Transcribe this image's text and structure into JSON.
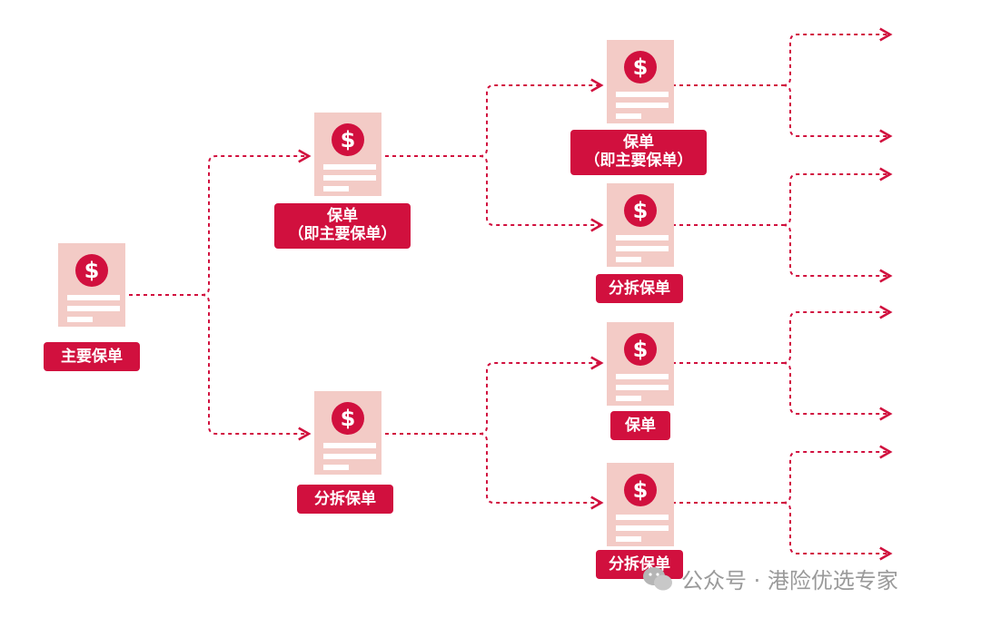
{
  "colors": {
    "accent": "#d1103e",
    "doc": "#f3cbc6",
    "connector": "#d1103e"
  },
  "nodes": {
    "main_policy": {
      "icon": "dollar-icon",
      "symbol": "$",
      "label": "主要保单"
    },
    "level2_policy": {
      "icon": "dollar-icon",
      "symbol": "$",
      "label_line1": "保单",
      "label_line2": "（即主要保单）"
    },
    "level2_split": {
      "icon": "dollar-icon",
      "symbol": "$",
      "label": "分拆保单"
    },
    "level3_policy_a": {
      "icon": "dollar-icon",
      "symbol": "$",
      "label_line1": "保单",
      "label_line2": "（即主要保单）"
    },
    "level3_split_a": {
      "icon": "dollar-icon",
      "symbol": "$",
      "label": "分拆保单"
    },
    "level3_policy_b": {
      "icon": "dollar-icon",
      "symbol": "$",
      "label": "保单"
    },
    "level3_split_b": {
      "icon": "dollar-icon",
      "symbol": "$",
      "label": "分拆保单"
    }
  },
  "watermark": {
    "icon": "wechat-icon",
    "text": "公众号 · 港险优选专家"
  }
}
